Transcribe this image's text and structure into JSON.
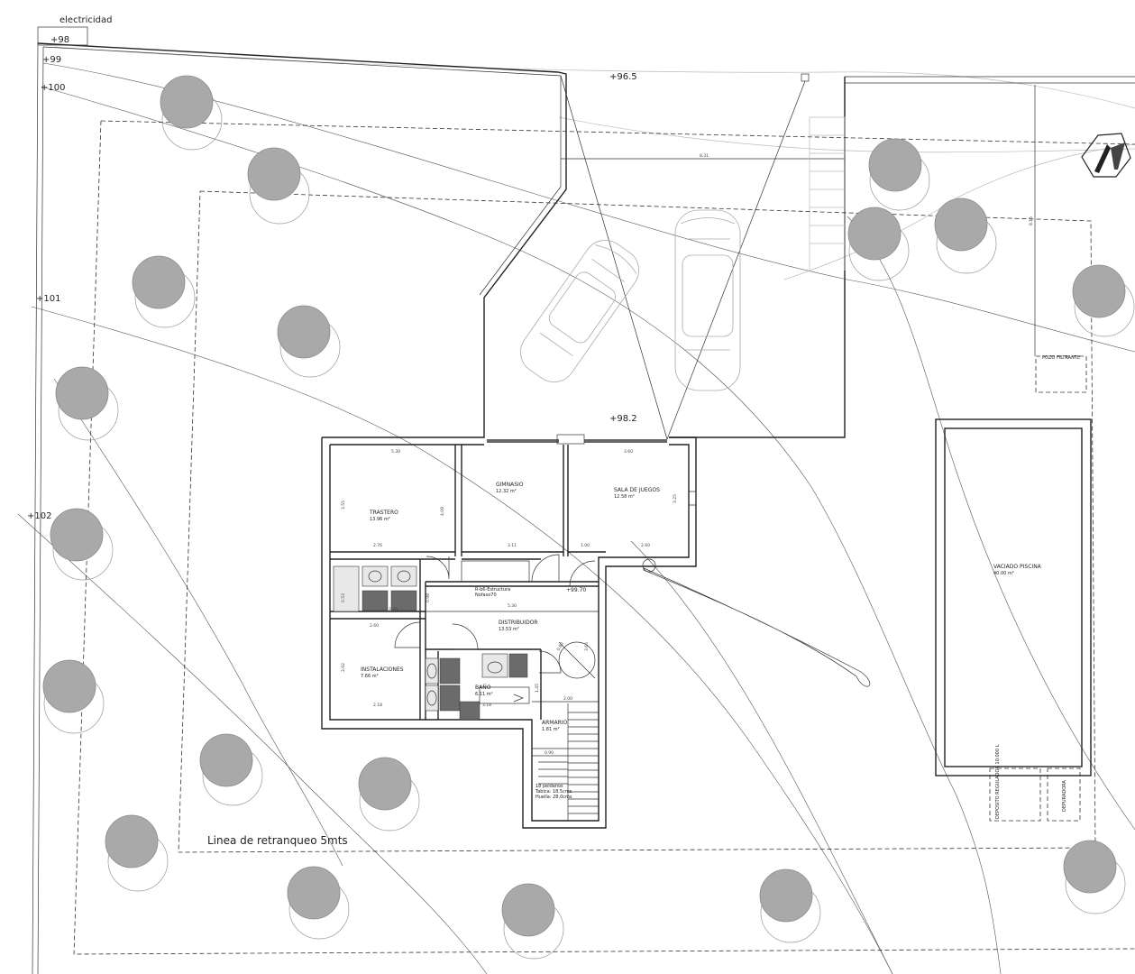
{
  "site": {
    "electricity_label": "electricidad",
    "levels": {
      "l98": "+98",
      "l99": "+99",
      "l100": "+100",
      "l101": "+101",
      "l102": "+102",
      "l96_5": "+96.5",
      "l98_2": "+98.2",
      "l99_70": "+99.70"
    },
    "setback_label": "Linea de retranqueo 5mts",
    "pozo_filtrante": "POZO FILTRANTE",
    "dim_831": "8.31",
    "dim_815": "8.15"
  },
  "rooms": {
    "trastero": {
      "name": "TRASTERO",
      "area": "13.96 m²"
    },
    "gimnasio": {
      "name": "GIMNASIO",
      "area": "12.32 m²"
    },
    "sala_juegos": {
      "name": "SALA DE JUEGOS",
      "area": "12.58 m²"
    },
    "distribuidor": {
      "name": "DISTRIBUIDOR",
      "area": "13.53 m²"
    },
    "instalaciones": {
      "name": "INSTALACIONES",
      "area": "7.66 m²"
    },
    "bano": {
      "name": "BAÑO",
      "area": "6.11 m²"
    },
    "armario": {
      "name": "ARMARIO",
      "area": "1.81 m²"
    },
    "vaciado_piscina": {
      "name": "VACIADO PISCINA",
      "area": "40.00 m²"
    },
    "deposito": {
      "name": "DEPOSITO REGULADOR 10.000 L"
    },
    "depuradora": {
      "name": "DEPURADORA"
    }
  },
  "notes": {
    "structure_line1": "R-b6-Estructura",
    "structure_line2": "Nofaso70",
    "stairs_line1": "18 peldaños",
    "stairs_line2": "Tabica: 18,5cms",
    "stairs_line3": "Huella: 28,0cms"
  },
  "dimensions": {
    "d_530": "5.30",
    "d_360": "3.60",
    "d_355": "3.55",
    "d_408": "4.08",
    "d_276": "2.76",
    "d_311": "3.11",
    "d_100": "1.00",
    "d_260a": "2.60",
    "d_325": "3.25",
    "d_533": "0.53",
    "d_240": "2.40",
    "d_098": "0.98",
    "d_530b": "5.30",
    "d_260": "2.60",
    "d_292": "2.92",
    "d_218": "2.18",
    "d_318": "3.18",
    "d_145": "1.45",
    "d_200": "2.00",
    "d_090": "0.90",
    "d_365": "3.65",
    "d_080": "0.80"
  }
}
